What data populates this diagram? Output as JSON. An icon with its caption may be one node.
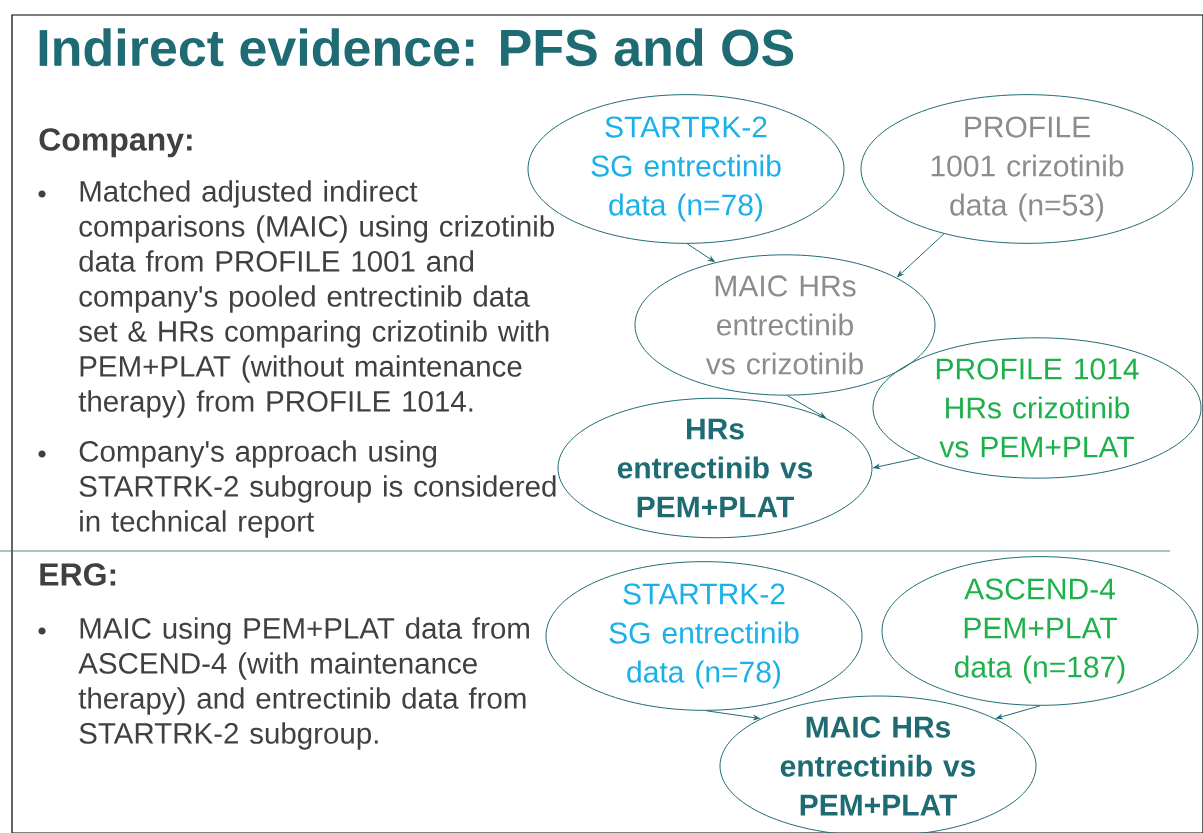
{
  "diagram": {
    "title": "Indirect evidence: PFS and OS",
    "nodes": [
      {
        "text": [
          "STARTRK-2 SG entrectinib data (n=78)"
        ]
      },
      {
        "text": [
          "PROFILE 1001 crizotinib data (n=53)"
        ]
      },
      {
        "text": [
          "MAIC HRs entrectinib vs crizotinib"
        ]
      },
      {
        "text": [
          "PROFILE 1014 HRs crizotinib vs PEM+PLAT"
        ]
      },
      {
        "text": [
          "HRs entrectinib vs PEM+PLAT"
        ]
      },
      {
        "text": [
          "STARTRK-2 SG entrectinib data (n=78)"
        ]
      },
      {
        "text": [
          "ASCEND-4 PEM+PLAT data (n=187)"
        ]
      },
      {
        "text": [
          "MAIC HRs entrectinib vs PEM+PLAT"
        ]
      }
    ],
    "edges": [
      {
        "from": 0,
        "to": 2,
        "arrow": "to"
      },
      {
        "from": 1,
        "to": 2,
        "arrow": "to"
      },
      {
        "from": 2,
        "to": 4,
        "arrow": "to"
      },
      {
        "from": 3,
        "to": 4,
        "arrow": "to"
      },
      {
        "from": 5,
        "to": 7,
        "arrow": "to"
      },
      {
        "from": 6,
        "to": 7,
        "arrow": "to"
      }
    ],
    "labels": [
      "Company:",
      "Matched adjusted indirect comparisons (MAIC) using crizotinib data from PROFILE 1001 and company's pooled entrectinib data set & HRs comparing crizotinib with PEM+PLAT (without maintenance therapy) from PROFILE 1014.",
      "Company's approach using STARTRK-2 subgroup is considered in technical report",
      "ERG:",
      "MAIC using PEM+PLAT data from ASCEND-4 (with maintenance therapy) and entrectinib data from STARTRK-2 subgroup."
    ]
  }
}
